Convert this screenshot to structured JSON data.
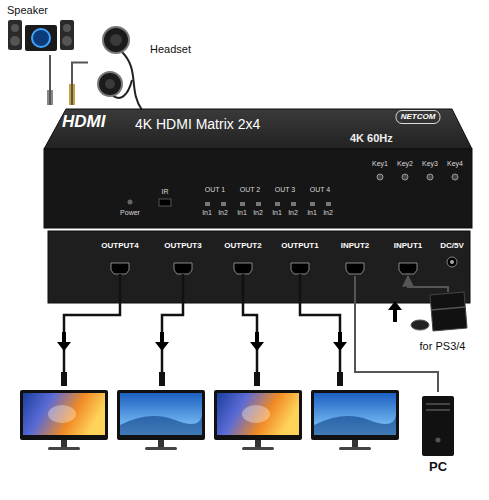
{
  "diagram": {
    "nodes": [
      {
        "text": [
          "Speaker"
        ]
      },
      {
        "text": [
          "Headset"
        ]
      },
      {
        "text": [
          "HDMI",
          "4K HDMI Matrix 2x4",
          "4K 60Hz"
        ]
      },
      {
        "text": [
          "OUTPUT4"
        ],
        "in": 2
      },
      {
        "text": [
          "OUTPUT3"
        ],
        "in": 2
      },
      {
        "text": [
          "OUTPUT2"
        ],
        "in": 2
      },
      {
        "text": [
          "OUTPUT1"
        ],
        "in": 2
      },
      {
        "text": [
          "INPUT2"
        ],
        "in": 2
      },
      {
        "text": [
          "INPUT1"
        ],
        "in": 2
      },
      {
        "text": [
          "DC/5V"
        ],
        "in": 2
      },
      {
        "text": [
          "for PS3/4"
        ]
      },
      {
        "text": [
          "PC"
        ]
      }
    ],
    "edges": [
      {
        "from": 2,
        "to": 0,
        "arrow": "none"
      },
      {
        "from": 2,
        "to": 1,
        "arrow": "none"
      },
      {
        "from": 10,
        "to": 8,
        "arrow": "to"
      },
      {
        "from": 7,
        "to": 11,
        "arrow": "none"
      }
    ],
    "labels": [
      "NETCOM",
      "Power",
      "IR",
      "OUT 1",
      "In1",
      "In2",
      "OUT 2",
      "In1",
      "In2",
      "OUT 3",
      "In1",
      "In2",
      "OUT 4",
      "In1",
      "In2",
      "Key1",
      "Key2",
      "Key3",
      "Key4"
    ]
  }
}
